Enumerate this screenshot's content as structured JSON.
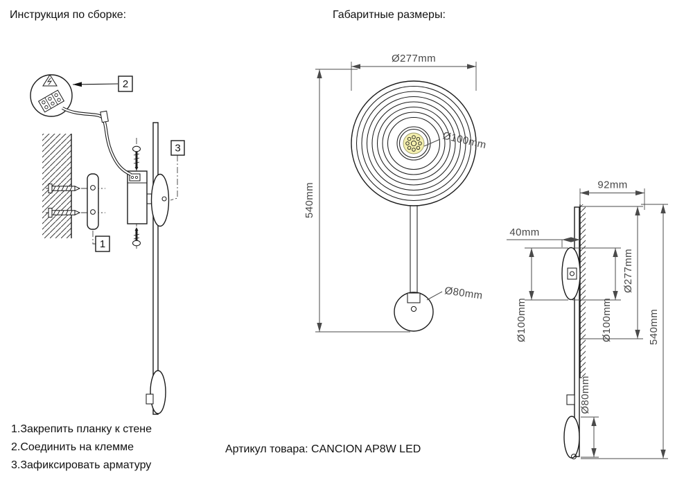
{
  "colors": {
    "led_fill": "#f4efad",
    "ink": "#1b1b1b",
    "dim": "#474747"
  },
  "headers": {
    "assembly": "Инструкция по сборке:",
    "dimensions": "Габаритные размеры:"
  },
  "assembly": {
    "callouts": {
      "c1": "1",
      "c2": "2",
      "c3": "3"
    },
    "hazard_icon": "electric-warning-triangle",
    "steps": [
      "1.Закрепить планку к стене",
      "2.Соединить на клемме",
      "3.Зафиксировать арматуру"
    ]
  },
  "front_view": {
    "dia_disc": "Ø277mm",
    "dia_hub": "Ø100mm",
    "height": "540mm",
    "dia_bottom": "Ø80mm"
  },
  "side_view": {
    "depth": "92mm",
    "offset": "40mm",
    "dia_disc": "Ø277mm",
    "dia_canopy": "Ø100mm",
    "dia_hub": "Ø100mm",
    "height": "540mm",
    "dia_bottom": "Ø80mm"
  },
  "footer": {
    "article": "Артикул товара: CANCION AP8W LED"
  }
}
